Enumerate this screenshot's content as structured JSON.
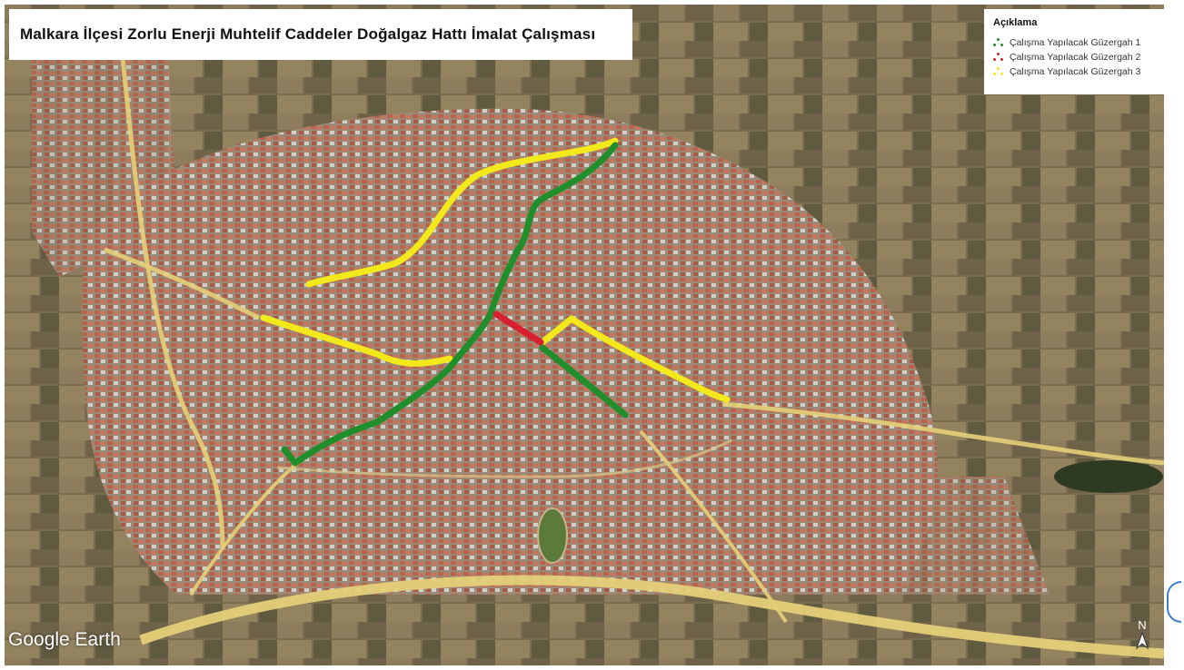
{
  "map": {
    "title": "Malkara İlçesi Zorlu Enerji Muhtelif Caddeler Doğalgaz Hattı İmalat Çalışması",
    "provider": "Google Earth",
    "colors": {
      "route_1": "#1f8e2b",
      "route_2": "#d7202f",
      "route_3": "#f2e81a",
      "main_road": "#e4cf78",
      "roofs": "#b8634a",
      "fields": "#8a7a5c"
    }
  },
  "legend": {
    "title": "Açıklama",
    "items": [
      {
        "label": "Çalışma Yapılacak Güzergah 1",
        "color": "#1f8e2b"
      },
      {
        "label": "Çalışma Yapılacak Güzergah 2",
        "color": "#d7202f"
      },
      {
        "label": "Çalışma Yapılacak Güzergah 3",
        "color": "#f2e81a"
      }
    ]
  },
  "icons": {
    "north_arrow": "north-arrow-icon",
    "legend_marker": "dot-cluster-icon"
  },
  "compass": {
    "label": "N"
  }
}
